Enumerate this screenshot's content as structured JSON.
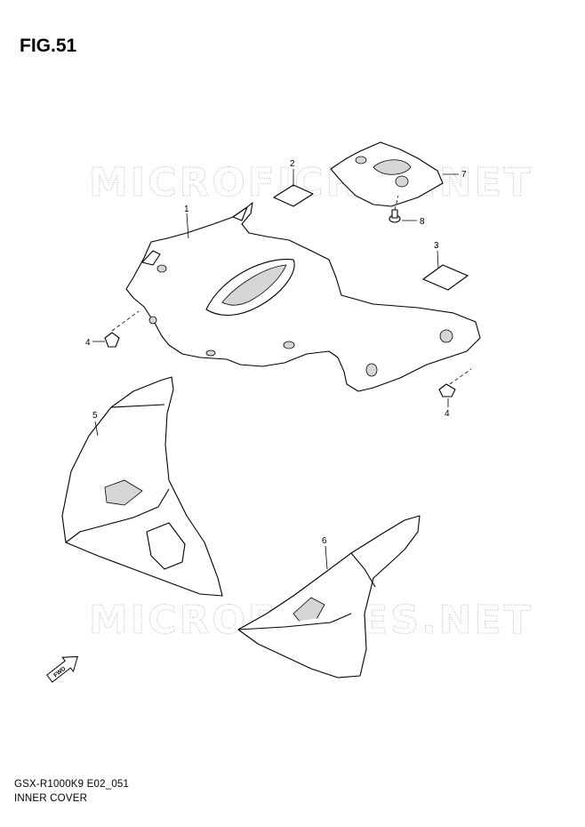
{
  "figure": {
    "title": "FIG.51"
  },
  "watermarks": [
    "MICROFICHES.NET",
    "MICROFICHES.NET"
  ],
  "callouts": [
    "1",
    "2",
    "3",
    "4",
    "4",
    "5",
    "6",
    "7",
    "8"
  ],
  "fwd_label": "FWD",
  "footer": {
    "model_code": "GSX-R1000K9 E02_051",
    "section_name": "INNER COVER"
  }
}
